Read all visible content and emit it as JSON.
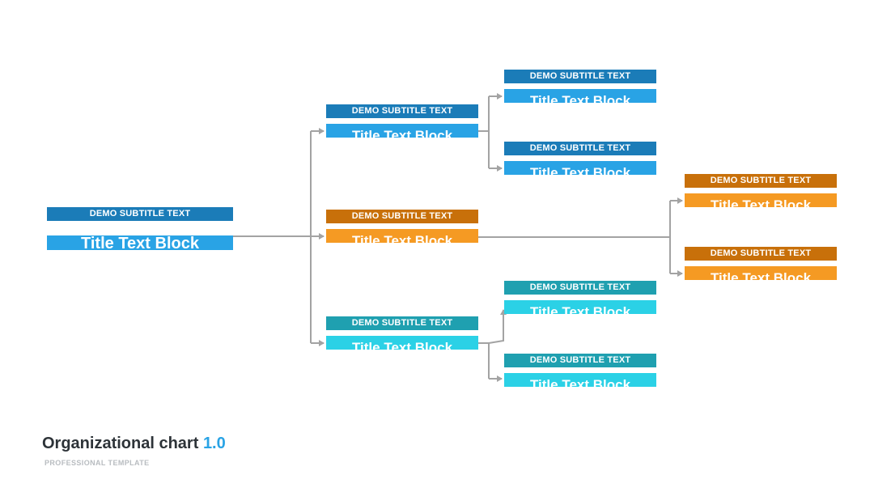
{
  "root": {
    "subtitle": "DEMO SUBTITLE TEXT",
    "title": "Title Text Block"
  },
  "level1": [
    {
      "subtitle": "DEMO SUBTITLE TEXT",
      "title": "Title Text Block",
      "color": "blue"
    },
    {
      "subtitle": "DEMO SUBTITLE TEXT",
      "title": "Title Text Block",
      "color": "orange"
    },
    {
      "subtitle": "DEMO SUBTITLE TEXT",
      "title": "Title Text Block",
      "color": "teal"
    }
  ],
  "level2": {
    "blue": [
      {
        "subtitle": "DEMO SUBTITLE TEXT",
        "title": "Title Text Block"
      },
      {
        "subtitle": "DEMO SUBTITLE TEXT",
        "title": "Title Text Block"
      }
    ],
    "orange": [
      {
        "subtitle": "DEMO SUBTITLE TEXT",
        "title": "Title Text Block"
      },
      {
        "subtitle": "DEMO SUBTITLE TEXT",
        "title": "Title Text Block"
      }
    ],
    "teal": [
      {
        "subtitle": "DEMO SUBTITLE TEXT",
        "title": "Title Text Block"
      },
      {
        "subtitle": "DEMO SUBTITLE TEXT",
        "title": "Title Text Block"
      }
    ]
  },
  "footer": {
    "title": "Organizational chart",
    "version": "1.0",
    "subtitle": "PROFESSIONAL TEMPLATE"
  },
  "colors": {
    "blue_dark": "#1b7cb8",
    "blue_light": "#29a3e5",
    "orange_dark": "#c8700a",
    "orange_light": "#f59a23",
    "teal_dark": "#1fa0b0",
    "teal_light": "#2bd1e6",
    "connector": "#a3a3a3"
  }
}
